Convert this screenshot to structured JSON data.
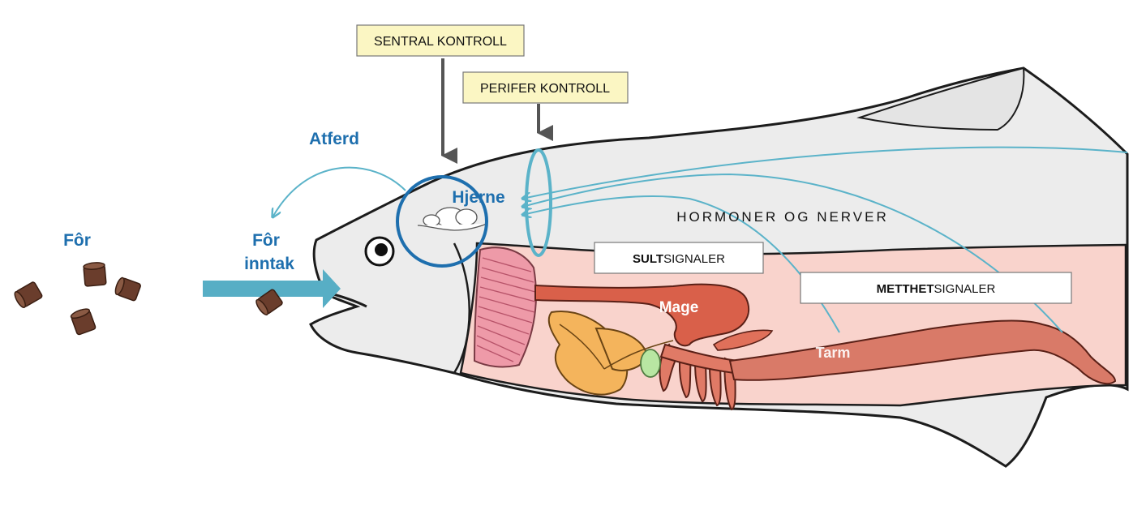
{
  "colors": {
    "accent_blue": "#1e6fae",
    "signal_blue": "#5bb3c9",
    "arrow_blue": "#57aec5",
    "body_fill": "#ececec",
    "cavity_fill": "#f9d3cc",
    "stomach": "#d9604a",
    "intestine": "#d97a68",
    "liver": "#f4b45c",
    "gills": "#ee9aa8",
    "gallbladder": "#b8e6a2",
    "control_box_fill": "#fbf6c3",
    "pellet": "#6a3d2c"
  },
  "labels": {
    "central_control": "SENTRAL KONTROLL",
    "peripheral_control": "PERIFER KONTROLL",
    "behaviour": "Atferd",
    "brain": "Hjerne",
    "feed": "Fôr",
    "intake_line1": "Fôr",
    "intake_line2": "inntak",
    "hormones": "HORMONER OG NERVER",
    "hunger_bold": "SULT",
    "hunger_rest": "SIGNALER",
    "satiety_bold": "METTHET",
    "satiety_rest": "SIGNALER",
    "stomach": "Mage",
    "intestine": "Tarm"
  }
}
